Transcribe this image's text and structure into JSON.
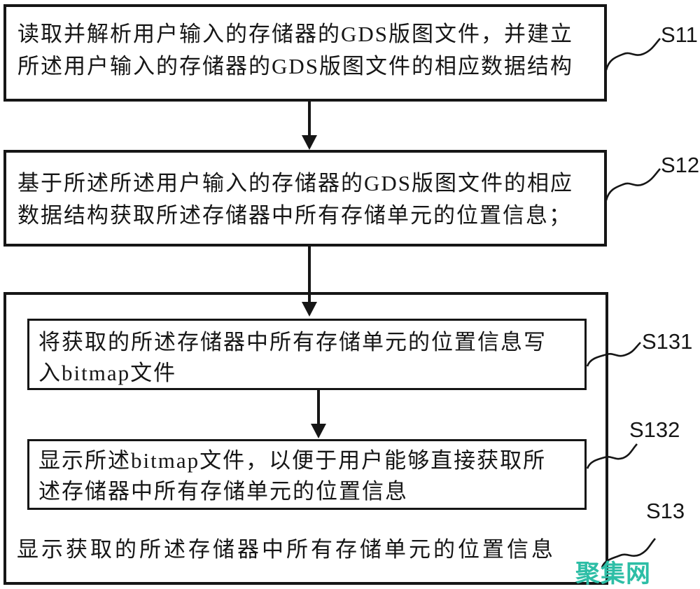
{
  "figure": {
    "type": "flowchart",
    "background_color": "#ffffff",
    "ink_color": "#161616",
    "watermark_color": "#2dbea6"
  },
  "steps": {
    "s11": {
      "label": "S11",
      "lines": [
        "读取并解析用户输入的存储器的GDS版图文件，并建立",
        "所述用户输入的存储器的GDS版图文件的相应数据结构"
      ]
    },
    "s12": {
      "label": "S12",
      "lines": [
        "基于所述所述用户输入的存储器的GDS版图文件的相应",
        "数据结构获取所述存储器中所有存储单元的位置信息；"
      ]
    },
    "s13": {
      "label": "S13",
      "text": "显示获取的所述存储器中所有存储单元的位置信息",
      "substeps": {
        "s131": {
          "label": "S131",
          "lines": [
            "将获取的所述存储器中所有存储单元的位置信息写",
            "入bitmap文件"
          ]
        },
        "s132": {
          "label": "S132",
          "lines": [
            "显示所述bitmap文件，以便于用户能够直接获取所",
            "述存储器中所有存储单元的位置信息"
          ]
        }
      }
    }
  },
  "watermark": {
    "text": "聚集网",
    "color": "#2dbea6"
  }
}
